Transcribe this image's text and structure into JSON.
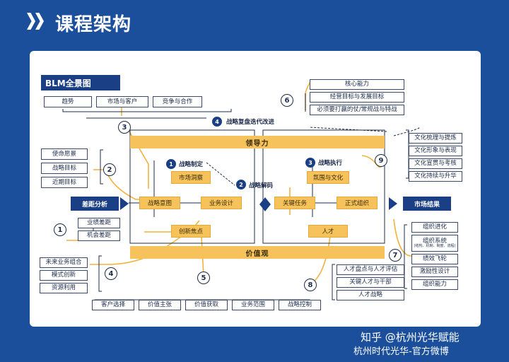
{
  "header": {
    "title": "课程架构"
  },
  "diagram": {
    "title": "BLM全景图",
    "top_inputs": [
      "趋势",
      "市场与客户",
      "竞争与合作"
    ],
    "loop_label": "战略复盘迭代改进",
    "leadership": "领导力",
    "values_bar": "价值观",
    "strategy_formulation": "战略制定",
    "strategy_decoding": "战略解码",
    "strategy_execution": "战略执行",
    "left_boxes": [
      "使命愿景",
      "战略目标",
      "近期目标"
    ],
    "gap_analysis": "差距分析",
    "gap_items": [
      "业绩差距",
      "机会差距"
    ],
    "strategy_nodes": {
      "top": "市场洞察",
      "left": "战略意图",
      "right": "业务设计",
      "bottom": "创新焦点"
    },
    "execution_nodes": {
      "top": "氛围与文化",
      "left": "关键任务",
      "right": "正式组织",
      "bottom": "人才"
    },
    "market_result": "市场结果",
    "top_right": [
      "核心能力",
      "经营目标与发展目标",
      "必须要打赢的仗/常规战与特战"
    ],
    "culture_items": [
      "文化梳理与提炼",
      "文化形象与表现",
      "文化宣贯与考核",
      "文化持续与升华"
    ],
    "org_items": [
      {
        "main": "组织进化",
        "sub": ""
      },
      {
        "main": "组织系统",
        "sub": "(结构、机制、制度、流程)"
      },
      {
        "main": "绩效飞轮",
        "sub": ""
      },
      {
        "main": "激励性设计",
        "sub": ""
      },
      {
        "main": "组织能力",
        "sub": ""
      }
    ],
    "talent_items": [
      "人才盘点与人才评估",
      "关键人才与干部",
      "人才战略"
    ],
    "left_bottom": [
      "未来业务组合",
      "模式创新",
      "资源利用"
    ],
    "bottom_items": [
      "客户选择",
      "价值主张",
      "价值获取",
      "业务范围",
      "战略控制"
    ],
    "numbers": {
      "n1": "1",
      "n2": "2",
      "n3": "3",
      "n4": "4",
      "n5": "5",
      "n6": "6",
      "n7": "7",
      "n8": "8",
      "n9": "9"
    }
  },
  "watermark": {
    "line1": "知乎 @杭州光华赋能",
    "line2": "杭州时代光华-官方微博"
  },
  "colors": {
    "background": "#1b4f9c",
    "navy": "#1b3f84",
    "gold": "#f6c25b",
    "line": "#f2b33d"
  }
}
